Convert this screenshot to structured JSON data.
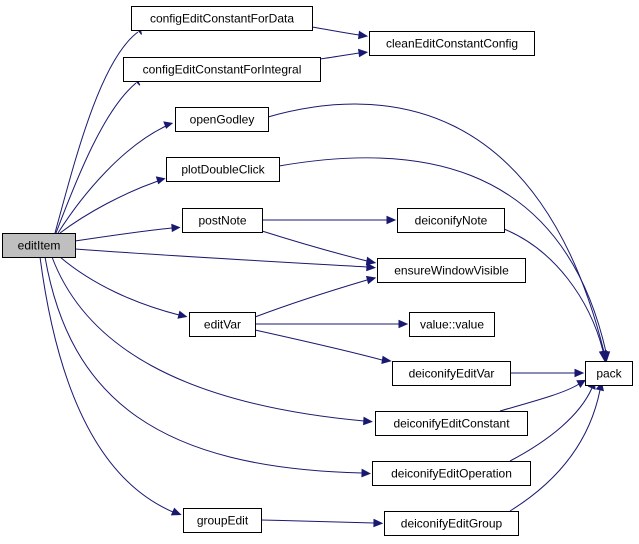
{
  "graph": {
    "colors": {
      "edge": "#191970",
      "node_fill": "#ffffff",
      "root_fill": "#bfbfbf",
      "node_border": "#000000"
    },
    "nodes": {
      "editItem": "editItem",
      "configEditConstantForData": "configEditConstantForData",
      "configEditConstantForIntegral": "configEditConstantForIntegral",
      "cleanEditConstantConfig": "cleanEditConstantConfig",
      "openGodley": "openGodley",
      "plotDoubleClick": "plotDoubleClick",
      "postNote": "postNote",
      "deiconifyNote": "deiconifyNote",
      "ensureWindowVisible": "ensureWindowVisible",
      "editVar": "editVar",
      "valueValue": "value::value",
      "deiconifyEditVar": "deiconifyEditVar",
      "pack": "pack",
      "deiconifyEditConstant": "deiconifyEditConstant",
      "deiconifyEditOperation": "deiconifyEditOperation",
      "groupEdit": "groupEdit",
      "deiconifyEditGroup": "deiconifyEditGroup"
    },
    "edges": [
      [
        "editItem",
        "configEditConstantForData"
      ],
      [
        "editItem",
        "configEditConstantForIntegral"
      ],
      [
        "editItem",
        "openGodley"
      ],
      [
        "editItem",
        "plotDoubleClick"
      ],
      [
        "editItem",
        "postNote"
      ],
      [
        "editItem",
        "ensureWindowVisible"
      ],
      [
        "editItem",
        "editVar"
      ],
      [
        "editItem",
        "deiconifyEditConstant"
      ],
      [
        "editItem",
        "deiconifyEditOperation"
      ],
      [
        "editItem",
        "groupEdit"
      ],
      [
        "configEditConstantForData",
        "cleanEditConstantConfig"
      ],
      [
        "configEditConstantForIntegral",
        "cleanEditConstantConfig"
      ],
      [
        "openGodley",
        "pack"
      ],
      [
        "plotDoubleClick",
        "pack"
      ],
      [
        "postNote",
        "deiconifyNote"
      ],
      [
        "postNote",
        "ensureWindowVisible"
      ],
      [
        "deiconifyNote",
        "pack"
      ],
      [
        "editVar",
        "ensureWindowVisible"
      ],
      [
        "editVar",
        "valueValue"
      ],
      [
        "editVar",
        "deiconifyEditVar"
      ],
      [
        "deiconifyEditVar",
        "pack"
      ],
      [
        "deiconifyEditConstant",
        "pack"
      ],
      [
        "deiconifyEditOperation",
        "pack"
      ],
      [
        "groupEdit",
        "deiconifyEditGroup"
      ],
      [
        "deiconifyEditGroup",
        "pack"
      ]
    ]
  }
}
